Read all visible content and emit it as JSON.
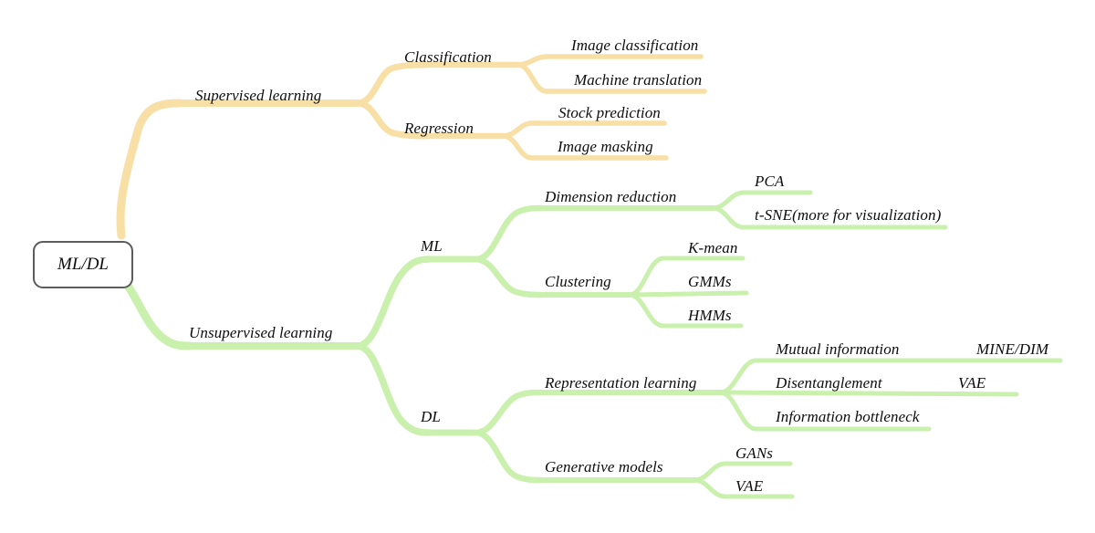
{
  "diagram": {
    "title_node": "ML/DL",
    "colors": {
      "supervised_branch": "#F7DFA6",
      "unsupervised_branch": "#C9F0AC",
      "root_border": "#5C5C5C",
      "text": "#0D0D0D",
      "background": "#FFFFFF"
    },
    "nodes": {
      "root": "ML/DL",
      "supervised": "Supervised learning",
      "classification": "Classification",
      "regression": "Regression",
      "image_classification": "Image classification",
      "machine_translation": "Machine translation",
      "stock_prediction": "Stock prediction",
      "image_masking": "Image masking",
      "unsupervised": "Unsupervised learning",
      "ml": "ML",
      "dl": "DL",
      "dimension_reduction": "Dimension reduction",
      "pca": "PCA",
      "tsne": "t-SNE(more for visualization)",
      "clustering": "Clustering",
      "kmean": "K-mean",
      "gmms": "GMMs",
      "hmms": "HMMs",
      "representation_learning": "Representation learning",
      "mutual_information": "Mutual information",
      "mine_dim": "MINE/DIM",
      "disentanglement": "Disentanglement",
      "vae_repr": "VAE",
      "information_bottleneck": "Information bottleneck",
      "generative_models": "Generative models",
      "gans": "GANs",
      "vae_gen": "VAE"
    }
  }
}
